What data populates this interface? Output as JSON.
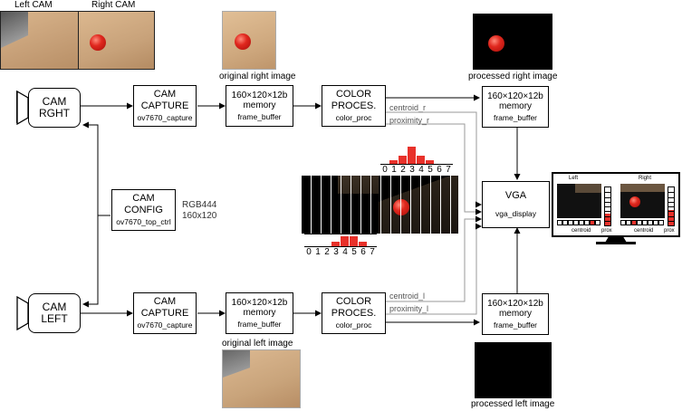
{
  "colors": {
    "accent_red": "#e8312a",
    "line": "#000000",
    "muted_line": "#9a9a9a",
    "wood": "#c9a57a"
  },
  "top_images": {
    "left_label": "Left CAM",
    "right_label": "Right CAM"
  },
  "captions": {
    "original_right": "original right image",
    "processed_right": "processed right image",
    "original_left": "original left image",
    "processed_left": "processed left image"
  },
  "camera_right": {
    "line1": "CAM",
    "line2": "RGHT"
  },
  "camera_left": {
    "line1": "CAM",
    "line2": "LEFT"
  },
  "capture_top": {
    "line1": "CAM",
    "line2": "CAPTURE",
    "sub": "ov7670_capture"
  },
  "capture_bottom": {
    "line1": "CAM",
    "line2": "CAPTURE",
    "sub": "ov7670_capture"
  },
  "memory_top": {
    "line1": "160×120×12b",
    "line2": "memory",
    "sub": "frame_buffer"
  },
  "memory_bottom": {
    "line1": "160×120×12b",
    "line2": "memory",
    "sub": "frame_buffer"
  },
  "memory_proc_right": {
    "line1": "160×120×12b",
    "line2": "memory",
    "sub": "frame_buffer"
  },
  "memory_proc_left": {
    "line1": "160×120×12b",
    "line2": "memory",
    "sub": "frame_buffer"
  },
  "color_top": {
    "line1": "COLOR",
    "line2": "PROCES.",
    "sub": "color_proc"
  },
  "color_bottom": {
    "line1": "COLOR",
    "line2": "PROCES.",
    "sub": "color_proc"
  },
  "cam_config": {
    "line1": "CAM",
    "line2": "CONFIG",
    "sub": "ov7670_top_ctrl"
  },
  "config_note": {
    "line1": "RGB444",
    "line2": "160x120"
  },
  "signals": {
    "centroid_r": "centroid_r",
    "proximity_r": "proximity_r",
    "centroid_l": "centroid_l",
    "proximity_l": "proximity_l"
  },
  "vga": {
    "title": "VGA",
    "sub": "vga_display"
  },
  "histogram_ticks": [
    "0",
    "1",
    "2",
    "3",
    "4",
    "5",
    "6",
    "7"
  ],
  "histogram_top": [
    0,
    1,
    2,
    4,
    2,
    1,
    0,
    0
  ],
  "histogram_bottom": [
    0,
    0,
    0,
    1,
    2,
    2,
    1,
    0
  ],
  "monitor": {
    "left_title": "Left",
    "right_title": "Right",
    "centroid_label": "centroid",
    "prox_label": "prox",
    "left_prox_fill": 0.3,
    "right_prox_fill": 0.4
  }
}
